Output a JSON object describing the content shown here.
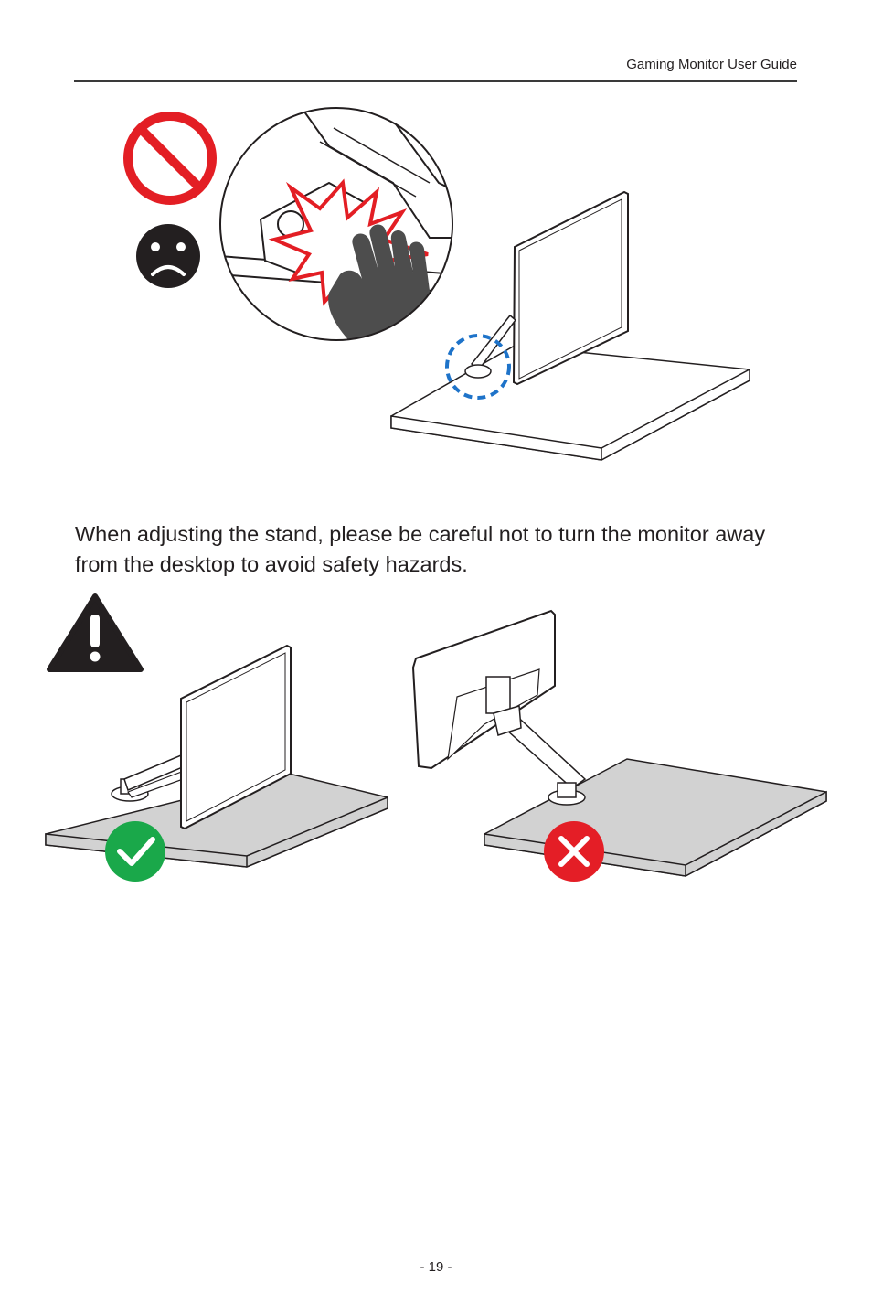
{
  "header": {
    "title": "Gaming Monitor User Guide"
  },
  "main": {
    "instruction": "When adjusting the stand, please be careful not to turn the monitor away from the desktop to avoid safety hazards."
  },
  "icons": {
    "prohibited": "no-entry-icon",
    "sad_face": "sad-face-icon",
    "warning": "warning-triangle-icon",
    "correct": "checkmark-icon",
    "incorrect": "cross-icon"
  },
  "colors": {
    "prohibit_red": "#e31e24",
    "warning_black": "#231f20",
    "pinch_blue": "#1e73c9",
    "correct_green": "#1aa84a",
    "incorrect_red": "#e41e26",
    "desk_gray": "#d2d2d2"
  },
  "footer": {
    "page_number": "- 19 -"
  }
}
